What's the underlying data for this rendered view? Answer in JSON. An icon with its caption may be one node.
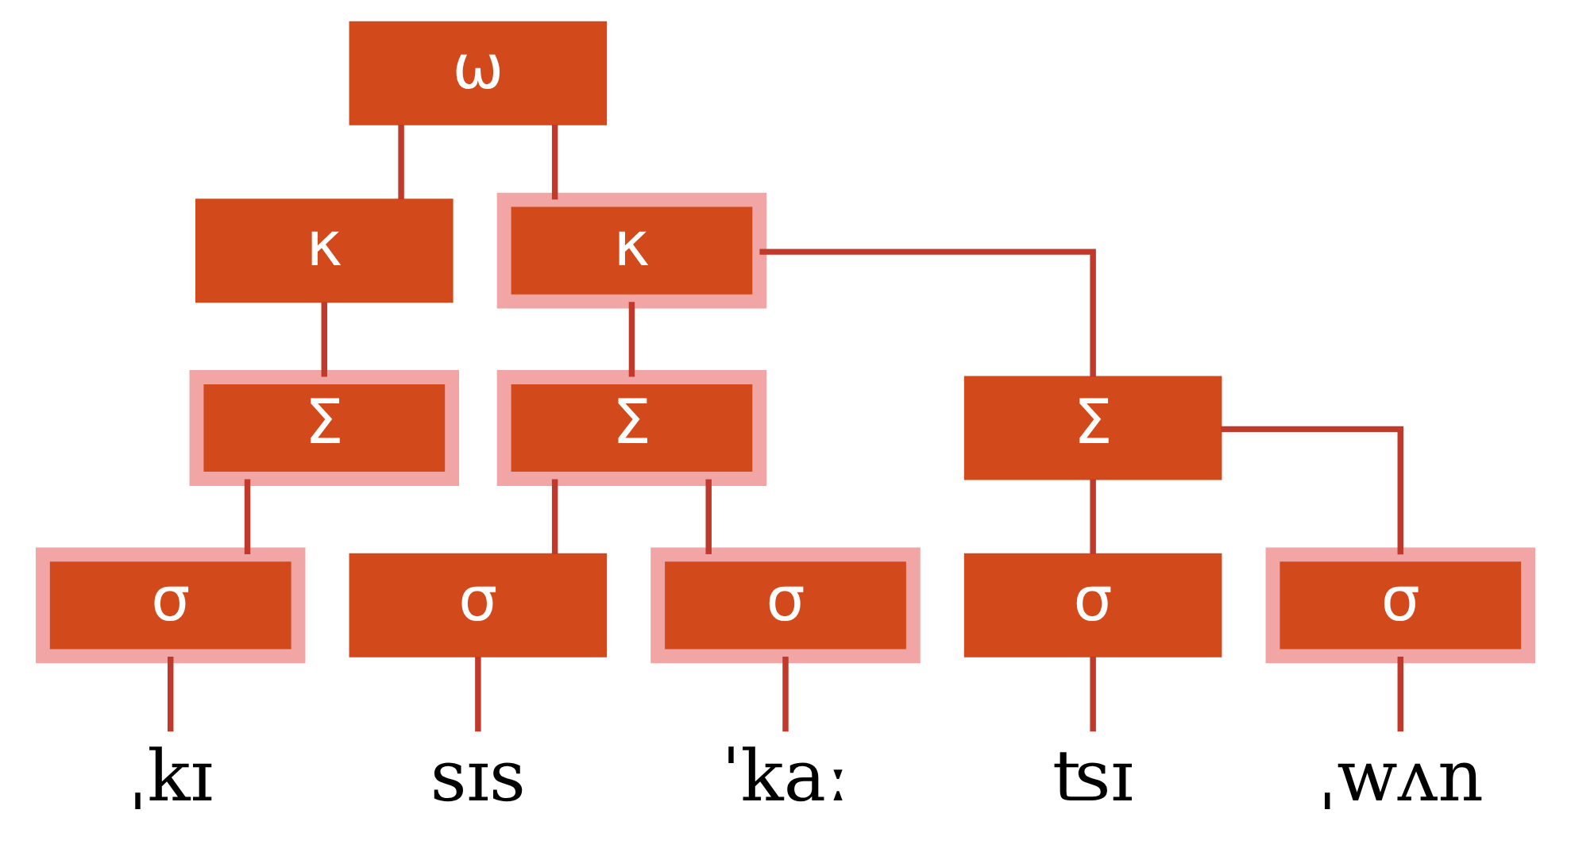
{
  "diagram": {
    "nodes": [
      {
        "text": [
          "ω"
        ]
      },
      {
        "text": [
          "κ"
        ]
      },
      {
        "text": [
          "κ"
        ]
      },
      {
        "text": [
          "Σ"
        ]
      },
      {
        "text": [
          "Σ"
        ]
      },
      {
        "text": [
          "Σ"
        ]
      },
      {
        "text": [
          "σ"
        ]
      },
      {
        "text": [
          "σ"
        ]
      },
      {
        "text": [
          "σ"
        ]
      },
      {
        "text": [
          "σ"
        ]
      },
      {
        "text": [
          "σ"
        ]
      },
      {
        "text": [
          "ˌkɪ"
        ]
      },
      {
        "text": [
          "sɪs"
        ]
      },
      {
        "text": [
          "ˈkaː"
        ]
      },
      {
        "text": [
          "ʦɪ"
        ]
      },
      {
        "text": [
          "ˌwʌn"
        ]
      }
    ],
    "edges": [
      {
        "from": 0,
        "to": 1,
        "arrow": "none"
      },
      {
        "from": 0,
        "to": 2,
        "arrow": "none"
      },
      {
        "from": 1,
        "to": 3,
        "arrow": "none"
      },
      {
        "from": 2,
        "to": 4,
        "arrow": "none"
      },
      {
        "from": 2,
        "to": 5,
        "arrow": "none"
      },
      {
        "from": 3,
        "to": 6,
        "arrow": "none"
      },
      {
        "from": 4,
        "to": 7,
        "arrow": "none"
      },
      {
        "from": 4,
        "to": 8,
        "arrow": "none"
      },
      {
        "from": 5,
        "to": 9,
        "arrow": "none"
      },
      {
        "from": 5,
        "to": 10,
        "arrow": "none"
      },
      {
        "from": 6,
        "to": 11,
        "arrow": "none"
      },
      {
        "from": 7,
        "to": 12,
        "arrow": "none"
      },
      {
        "from": 8,
        "to": 13,
        "arrow": "none"
      },
      {
        "from": 9,
        "to": 14,
        "arrow": "none"
      },
      {
        "from": 10,
        "to": 15,
        "arrow": "none"
      }
    ]
  }
}
